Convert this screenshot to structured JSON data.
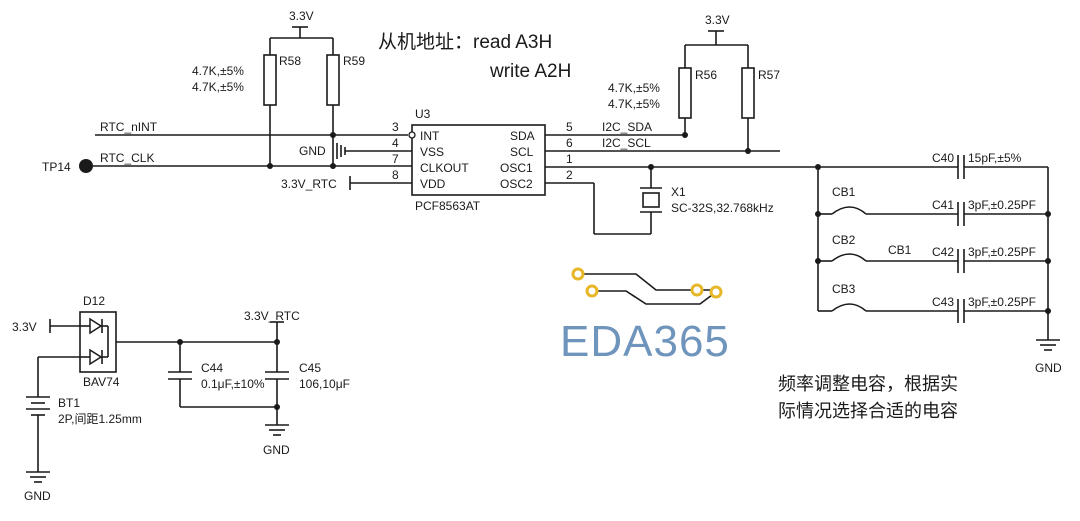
{
  "annotation": {
    "address_line1": "从机地址：read A3H",
    "address_line2": "write A2H",
    "note_line1": "频率调整电容，根据实",
    "note_line2": "际情况选择合适的电容"
  },
  "power": {
    "v33_left": "3.3V",
    "v33_right": "3.3V",
    "v33_battery": "3.3V",
    "v33_rtc_top": "3.3V_RTC",
    "v33_rtc_vdd": "3.3V_RTC"
  },
  "resistors": {
    "r58": {
      "ref": "R58",
      "value": "4.7K,±5%"
    },
    "r59": {
      "ref": "R59",
      "value": "4.7K,±5%"
    },
    "r56": {
      "ref": "R56",
      "value": "4.7K,±5%"
    },
    "r57": {
      "ref": "R57",
      "value": "4.7K,±5%"
    }
  },
  "ic": {
    "ref": "U3",
    "part": "PCF8563AT",
    "pins_left": [
      {
        "num": "3",
        "name": "INT",
        "net": "RTC_nINT"
      },
      {
        "num": "4",
        "name": "VSS",
        "net": "GND"
      },
      {
        "num": "7",
        "name": "CLKOUT",
        "net": "RTC_CLK"
      },
      {
        "num": "8",
        "name": "VDD",
        "net": ""
      }
    ],
    "pins_right": [
      {
        "num": "5",
        "name": "SDA",
        "net": "I2C_SDA"
      },
      {
        "num": "6",
        "name": "SCL",
        "net": "I2C_SCL"
      },
      {
        "num": "1",
        "name": "OSC1",
        "net": ""
      },
      {
        "num": "2",
        "name": "OSC2",
        "net": ""
      }
    ]
  },
  "testpoint": "TP14",
  "crystal": {
    "ref": "X1",
    "value": "SC-32S,32.768kHz"
  },
  "capacitors": {
    "c40": {
      "ref": "C40",
      "value": "15pF,±5%"
    },
    "c41": {
      "ref": "C41",
      "value": "3pF,±0.25PF"
    },
    "c42": {
      "ref": "C42",
      "value": "3pF,±0.25PF"
    },
    "c43": {
      "ref": "C43",
      "value": "3pF,±0.25PF"
    },
    "c44": {
      "ref": "C44",
      "value": "0.1μF,±10%"
    },
    "c45": {
      "ref": "C45",
      "value": "106,10μF"
    }
  },
  "jumpers": {
    "cb1": "CB1",
    "cb2": "CB2",
    "cb3": "CB3",
    "cb1_extra": "CB1"
  },
  "diode": {
    "ref": "D12",
    "part": "BAV74"
  },
  "battery": {
    "ref": "BT1",
    "value": "2P,间距1.25mm"
  },
  "ground": {
    "gnd_right": "GND",
    "gnd_mid": "GND",
    "gnd_battery": "GND"
  },
  "logo": {
    "text": "EDA365",
    "colors": {
      "trace": "#5b86b5",
      "pad": "#e7b728",
      "text": "#6f95bd"
    }
  }
}
